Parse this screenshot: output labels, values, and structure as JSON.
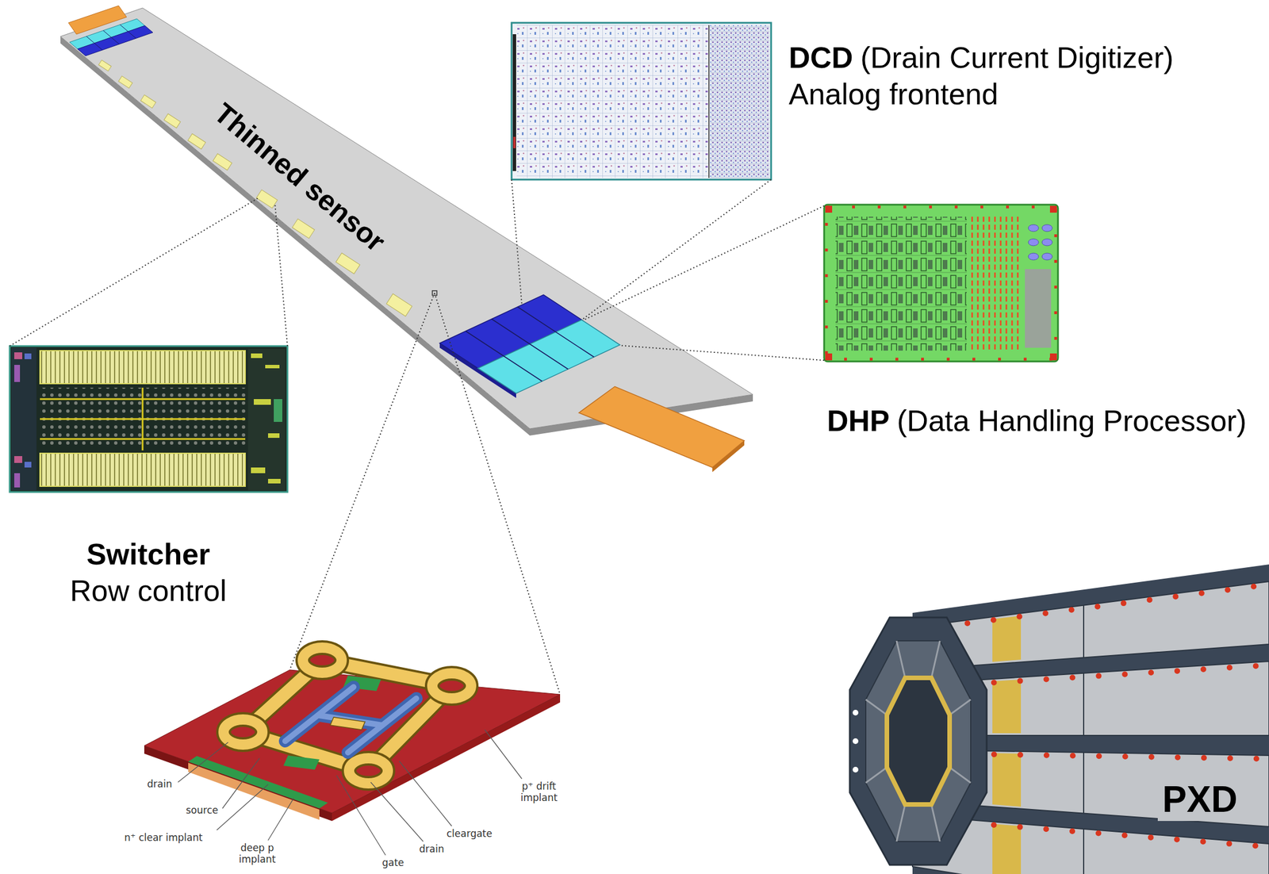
{
  "diagram": {
    "labels": [
      "DCD",
      "(Drain Current Digitizer)",
      "Analog frontend",
      "Thinned sensor",
      "DHP",
      "(Data Handling Processor)",
      "Switcher",
      "Row control",
      "drain",
      "source",
      "n⁺ clear implant",
      "deep p implant",
      "gate",
      "drain",
      "cleargate",
      "p⁺ drift implant",
      "PXD"
    ]
  }
}
